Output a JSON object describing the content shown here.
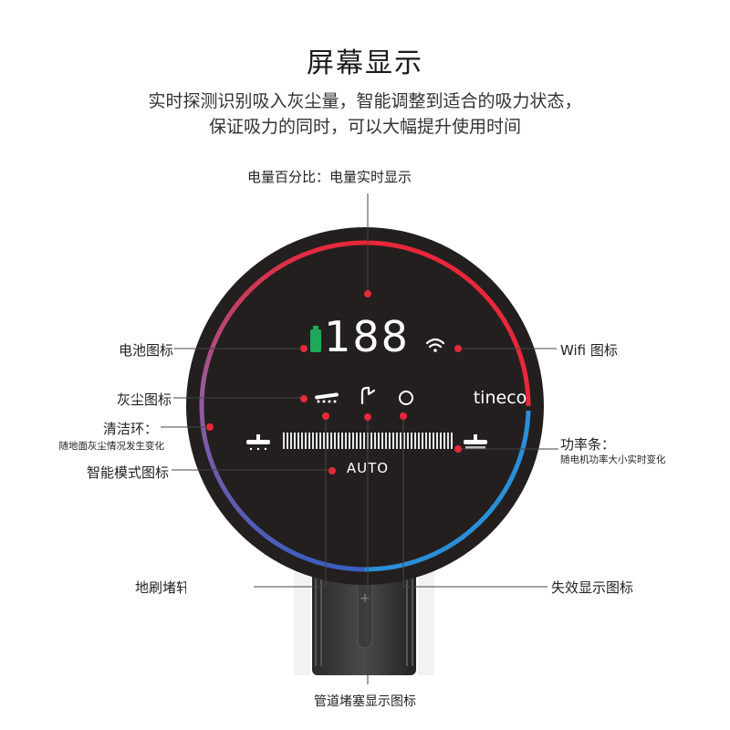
{
  "header": {
    "title": "屏幕显示",
    "subtitle_line1": "实时探测识别吸入灰尘量，智能调整到适合的吸力状态，",
    "subtitle_line2": "保证吸力的同时，可以大幅提升使用时间"
  },
  "display": {
    "digits": "188",
    "brand": "tineco",
    "mode": "AUTO",
    "colors": {
      "accent_red": "#e8283a",
      "accent_blue": "#2a8fd8",
      "battery_green": "#1ea85a",
      "face": "#231f1f"
    }
  },
  "callouts": {
    "battery_percent": "电量百分比：电量实时显示",
    "battery_icon": "电池图标",
    "wifi_icon": "Wifi 图标",
    "dust_icon": "灰尘图标",
    "clean_ring": "清洁环：",
    "clean_ring_desc": "随地面灰尘情况发生变化",
    "power_bar": "功率条：",
    "power_bar_desc": "随电机功率大小实时变化",
    "smart_mode_icon": "智能模式图标",
    "brush_clog": "地刷堵轩",
    "fail_display": "失效显示图标",
    "pipe_clog": "管道堵塞显示图标"
  },
  "icons": [
    "battery-icon",
    "wifi-icon",
    "dust-icon",
    "pipe-icon",
    "circle-icon",
    "floor-brush-icon",
    "floor-brush-suction-icon"
  ]
}
